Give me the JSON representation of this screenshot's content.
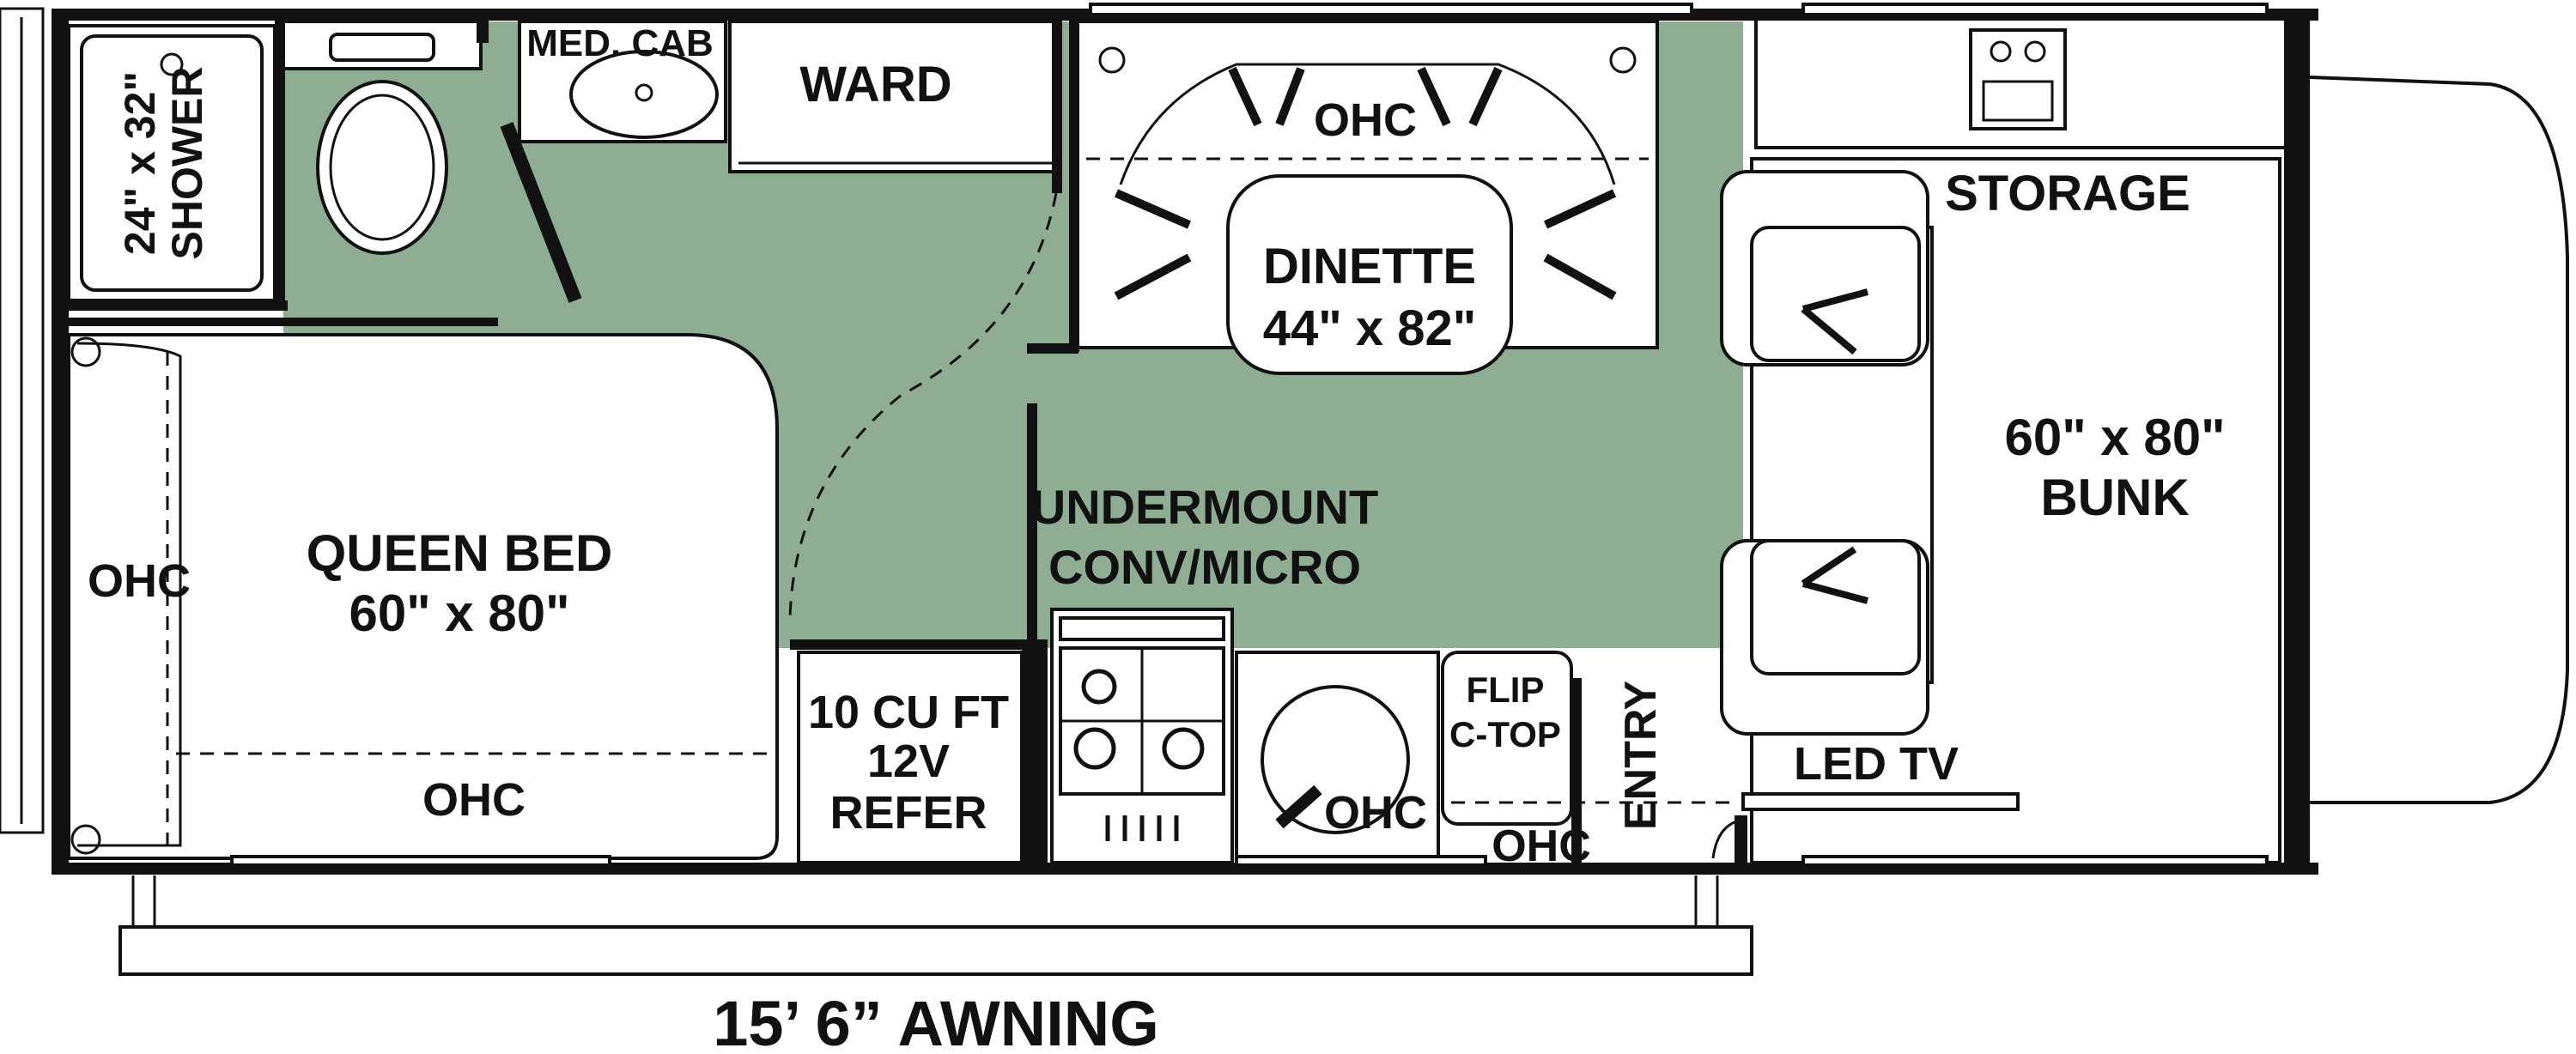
{
  "colors": {
    "floor": "#8fad93",
    "wall": "#111111",
    "fixture": "#ffffff",
    "background": "#ffffff"
  },
  "labels": {
    "med_cab": "MED. CAB",
    "ward": "WARD",
    "shower_line1": "24\" x 32\"",
    "shower_line2": "SHOWER",
    "dinette_ohc": "OHC",
    "dinette_line1": "DINETTE",
    "dinette_line2": "44\" x 82\"",
    "storage": "STORAGE",
    "bunk_line1": "60\" x 80\"",
    "bunk_line2": "BUNK",
    "bed_ohc_left": "OHC",
    "bed_line1": "QUEEN BED",
    "bed_line2": "60\" x 80\"",
    "bed_ohc_bottom": "OHC",
    "micro_line1": "UNDERMOUNT",
    "micro_line2": "CONV/MICRO",
    "refer_line1": "10 CU FT",
    "refer_line2": "12V",
    "refer_line3": "REFER",
    "sink_ohc": "OHC",
    "flip_line1": "FLIP",
    "flip_line2": "C-TOP",
    "flip_ohc": "OHC",
    "entry": "ENTRY",
    "led_tv": "LED TV",
    "awning": "15’ 6” AWNING"
  }
}
